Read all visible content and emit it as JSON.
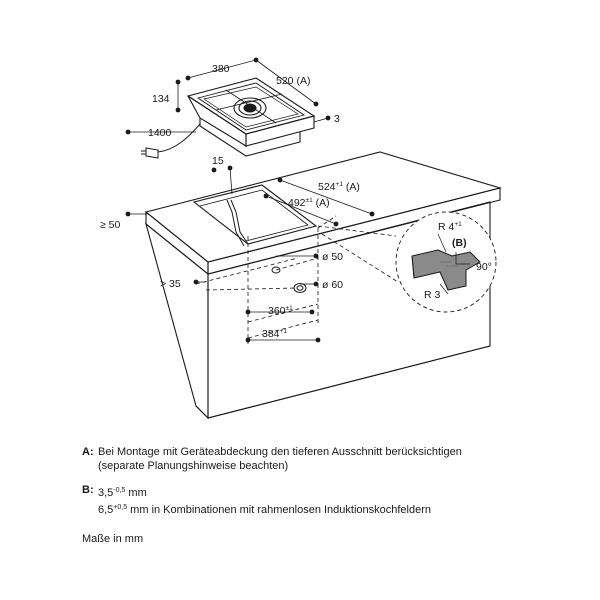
{
  "dimensions": {
    "width_380": "380",
    "depth_520": "520",
    "depth_520_ref": "(A)",
    "height_134": "134",
    "frame_3": "3",
    "cable_1400": "1400",
    "gas_15": "15",
    "cutout_524": "524",
    "cutout_524_tol": "+1",
    "cutout_524_ref": "(A)",
    "cutout_492": "492",
    "cutout_492_tol": "±1",
    "cutout_492_ref": "(A)",
    "edge_50": "≥ 50",
    "hole_50": "ø 50",
    "hole_60": "ø 60",
    "offset_35": "> 35",
    "dist_360": "360",
    "dist_360_tol": "±1",
    "dist_384": "384",
    "dist_384_tol": "+1"
  },
  "detail": {
    "radius_top": "R 4",
    "radius_top_tol": "+1",
    "ref_b": "(B)",
    "angle": "90°",
    "radius_bottom": "R 3"
  },
  "notes": {
    "a_key": "A:",
    "a_line1": "Bei Montage mit Geräteabdeckung den tieferen Ausschnitt berücksichtigen",
    "a_line2": "(separate Planungshinweise beachten)",
    "b_key": "B:",
    "b_val1": "3,5",
    "b_tol1": "-0,5",
    "b_unit1": " mm",
    "b_val2": "6,5",
    "b_tol2": "+0,5",
    "b_text2": " mm in Kombinationen mit rahmenlosen Induktionskochfeldern"
  },
  "units_note": "Maße in mm"
}
